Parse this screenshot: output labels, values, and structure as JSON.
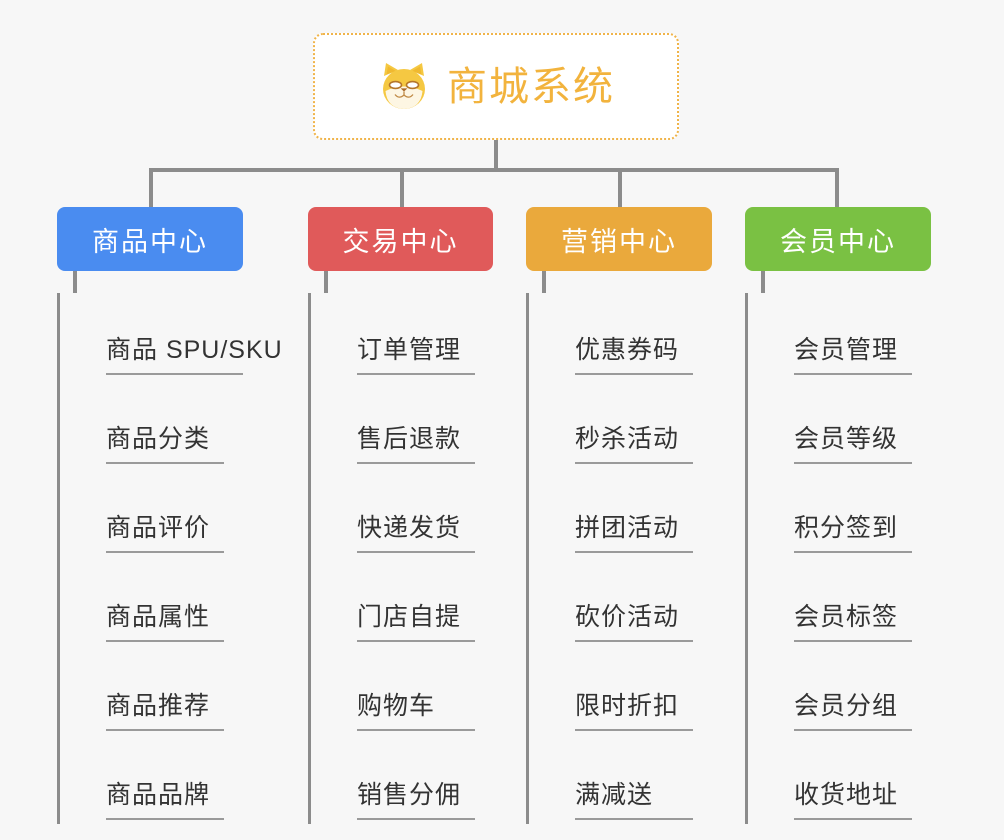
{
  "root": {
    "title": "商城系统",
    "icon": "shiba-dog-icon",
    "border_color": "#f0b44a",
    "text_color": "#f2b33d",
    "background": "#ffffff"
  },
  "canvas": {
    "background": "#f7f7f7",
    "connector_color": "#8c8c8c"
  },
  "columns": [
    {
      "title": "商品中心",
      "color": "#4a8cf0",
      "items": [
        "商品 SPU/SKU",
        "商品分类",
        "商品评价",
        "商品属性",
        "商品推荐",
        "商品品牌"
      ]
    },
    {
      "title": "交易中心",
      "color": "#e05a5a",
      "items": [
        "订单管理",
        "售后退款",
        "快递发货",
        "门店自提",
        "购物车",
        "销售分佣"
      ]
    },
    {
      "title": "营销中心",
      "color": "#eaa93c",
      "items": [
        "优惠券码",
        "秒杀活动",
        "拼团活动",
        "砍价活动",
        "限时折扣",
        "满减送"
      ]
    },
    {
      "title": "会员中心",
      "color": "#7ac143",
      "items": [
        "会员管理",
        "会员等级",
        "积分签到",
        "会员标签",
        "会员分组",
        "收货地址"
      ]
    }
  ]
}
